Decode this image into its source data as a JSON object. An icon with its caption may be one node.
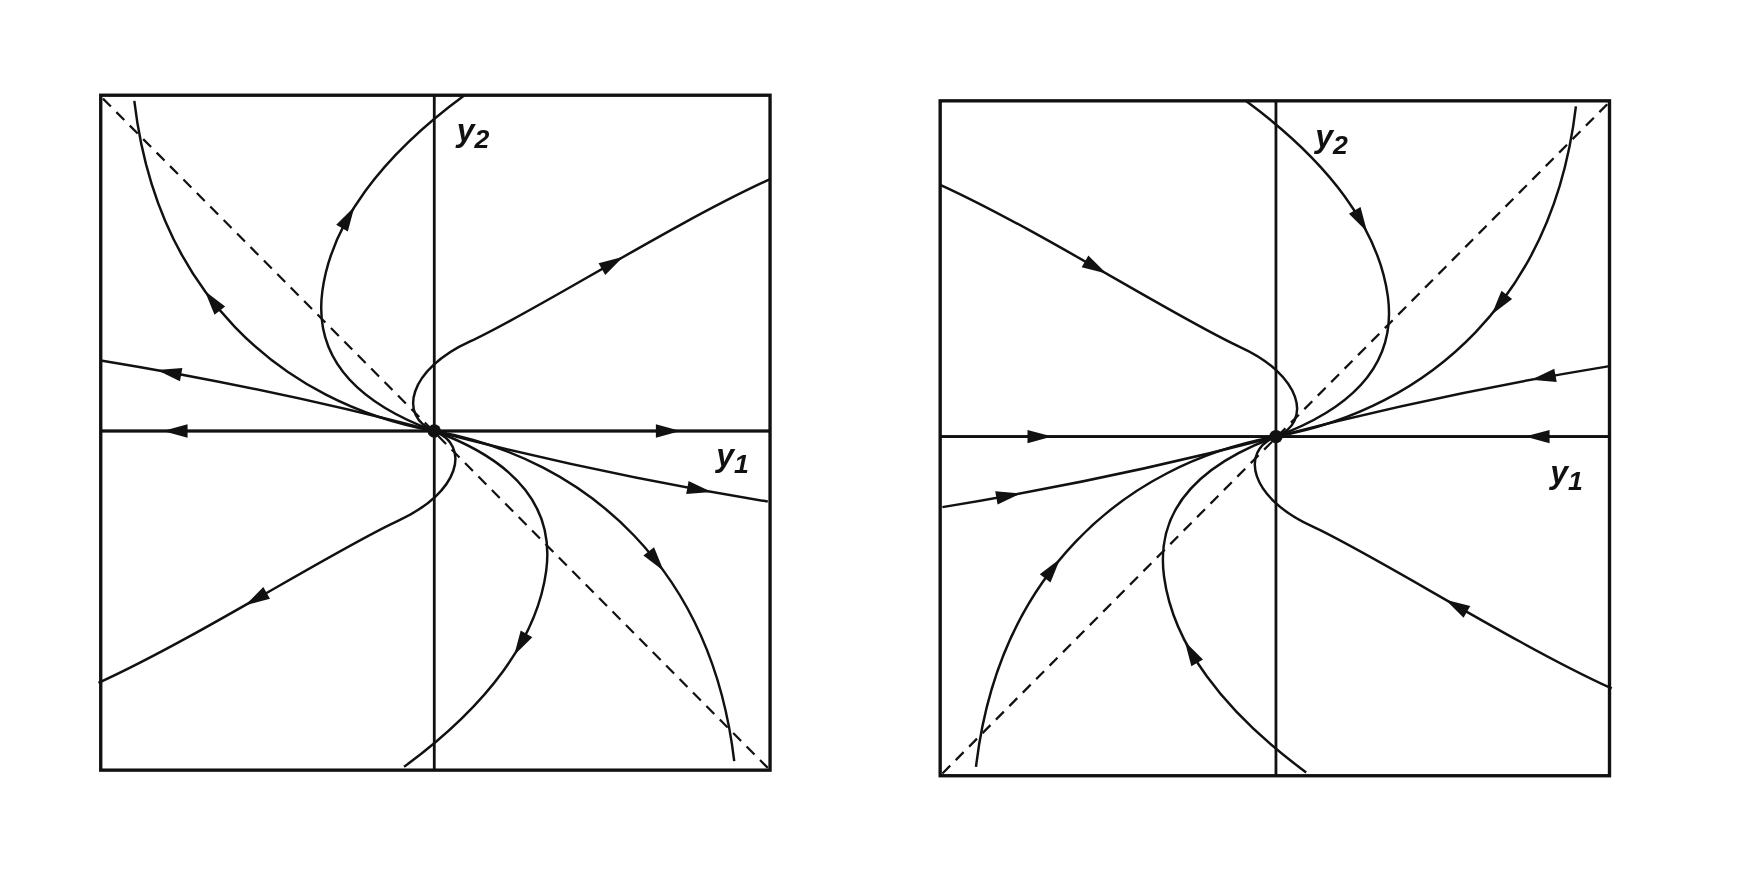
{
  "diagram": {
    "labels": [
      "y$_{2}$",
      "y$_{1}$",
      "y$_{2}$",
      "y$_{1}$"
    ]
  }
}
